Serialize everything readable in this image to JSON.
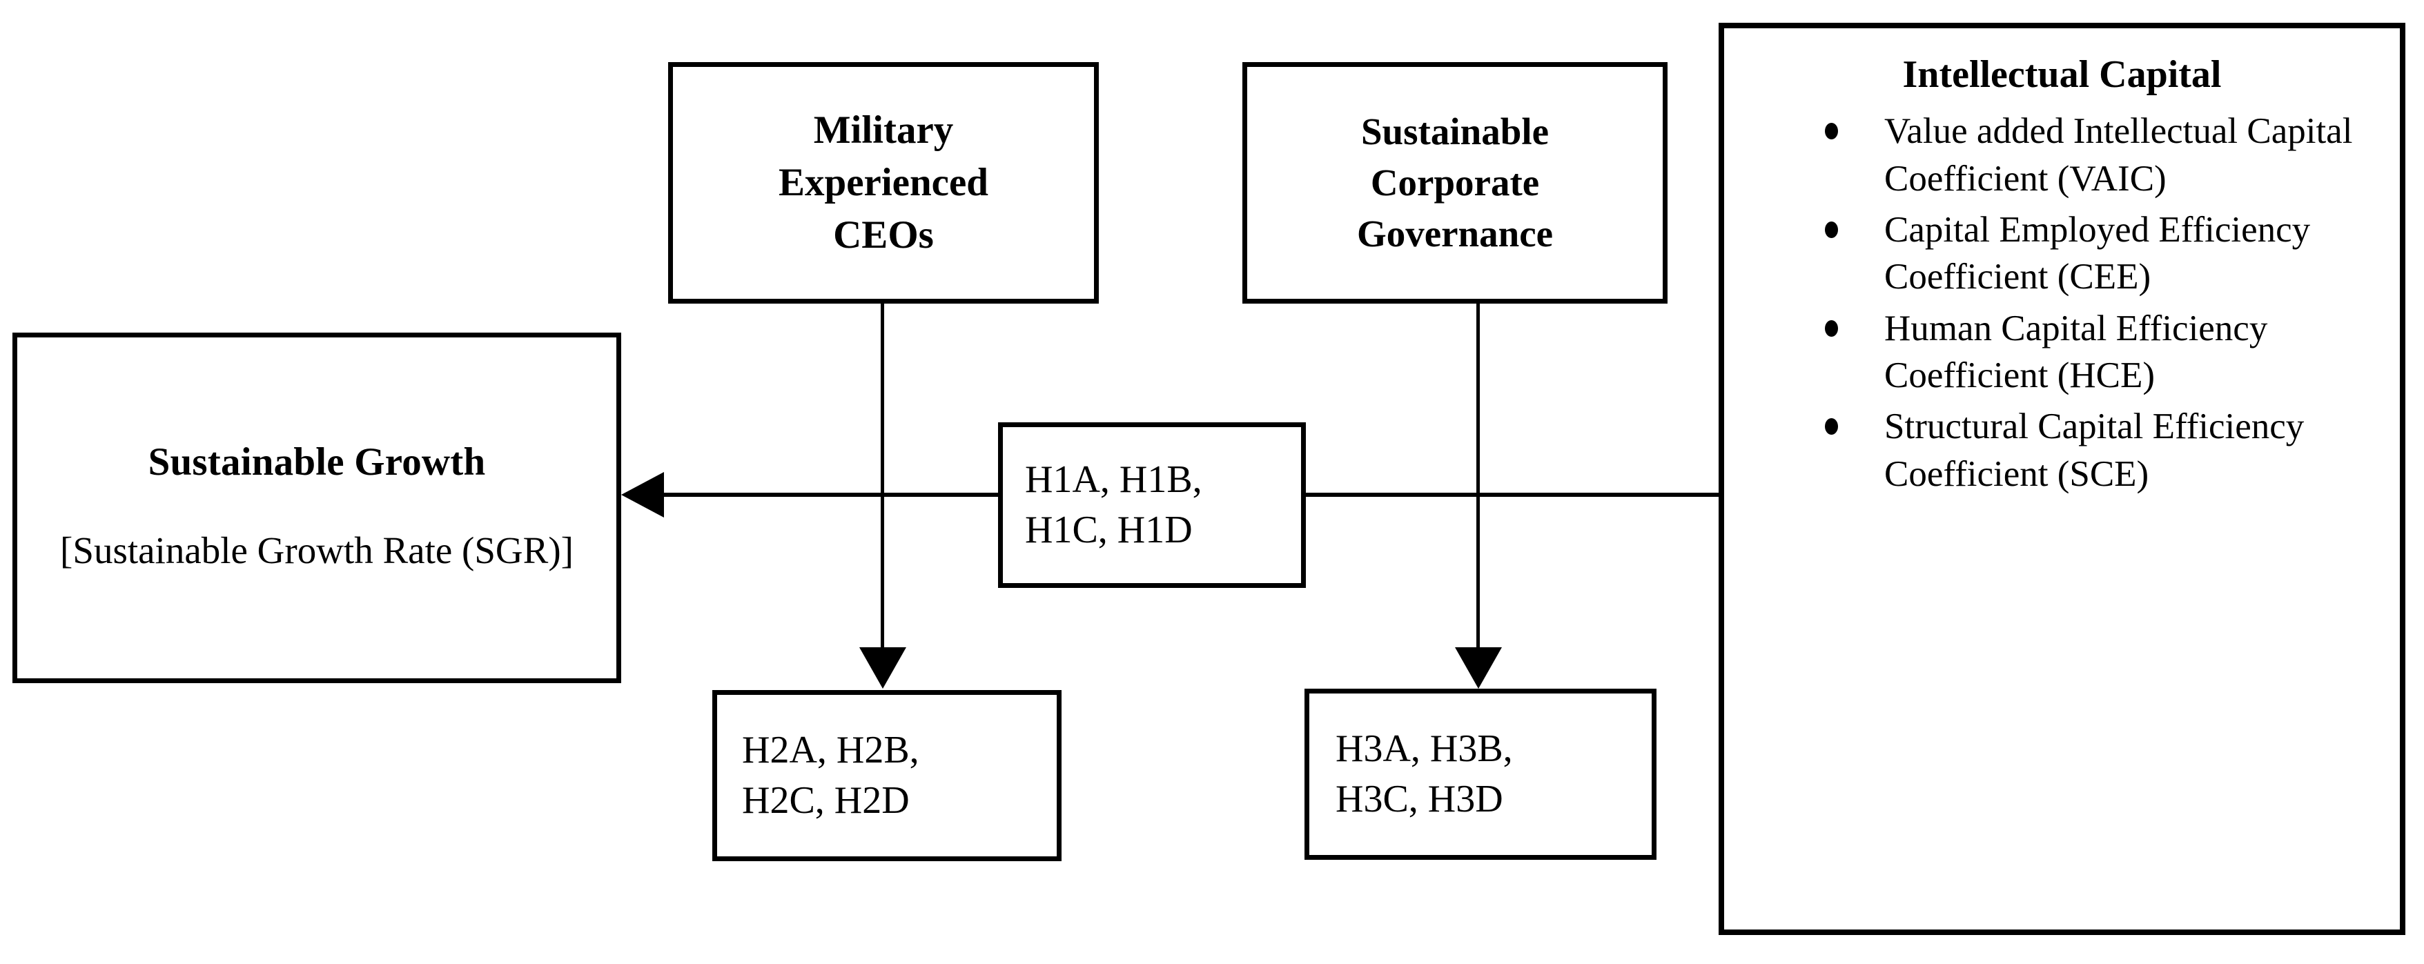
{
  "diagram": {
    "nodes": {
      "sustainable_growth": {
        "title": "Sustainable Growth",
        "measure": "[Sustainable Growth Rate (SGR)]"
      },
      "military_ceos": {
        "line1": "Military",
        "line2": "Experienced",
        "line3": "CEOs"
      },
      "sustainable_governance": {
        "line1": "Sustainable",
        "line2": "Corporate",
        "line3": "Governance"
      },
      "intellectual_capital": {
        "title": "Intellectual Capital",
        "items": [
          "Value added Intellectual Capital Coefficient (VAIC)",
          "Capital Employed Efficiency Coefficient (CEE)",
          "Human Capital Efficiency Coefficient (HCE)",
          "Structural Capital Efficiency Coefficient (SCE)"
        ]
      }
    },
    "hypotheses": {
      "h1": {
        "line1": "H1A, H1B,",
        "line2": "H1C, H1D"
      },
      "h2": {
        "line1": "H2A, H2B,",
        "line2": "H2C, H2D"
      },
      "h3": {
        "line1": "H3A, H3B,",
        "line2": "H3C, H3D"
      }
    },
    "colors": {
      "stroke": "#000000",
      "background": "#ffffff"
    }
  }
}
